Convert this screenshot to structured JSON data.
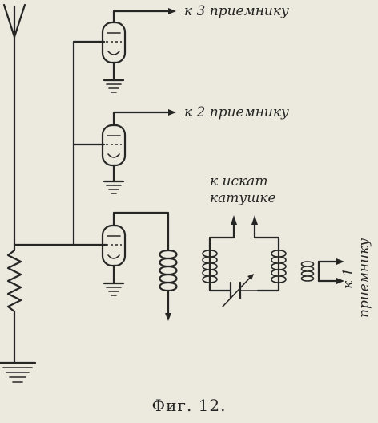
{
  "labels": {
    "receiver_3": "к 3 приемнику",
    "receiver_2": "к 2 приемнику",
    "coil_line1": "к искат",
    "coil_line2": "катушке",
    "receiver_1_line1": "к 1",
    "receiver_1_line2": "приемнику"
  },
  "caption": "Фиг. 12."
}
